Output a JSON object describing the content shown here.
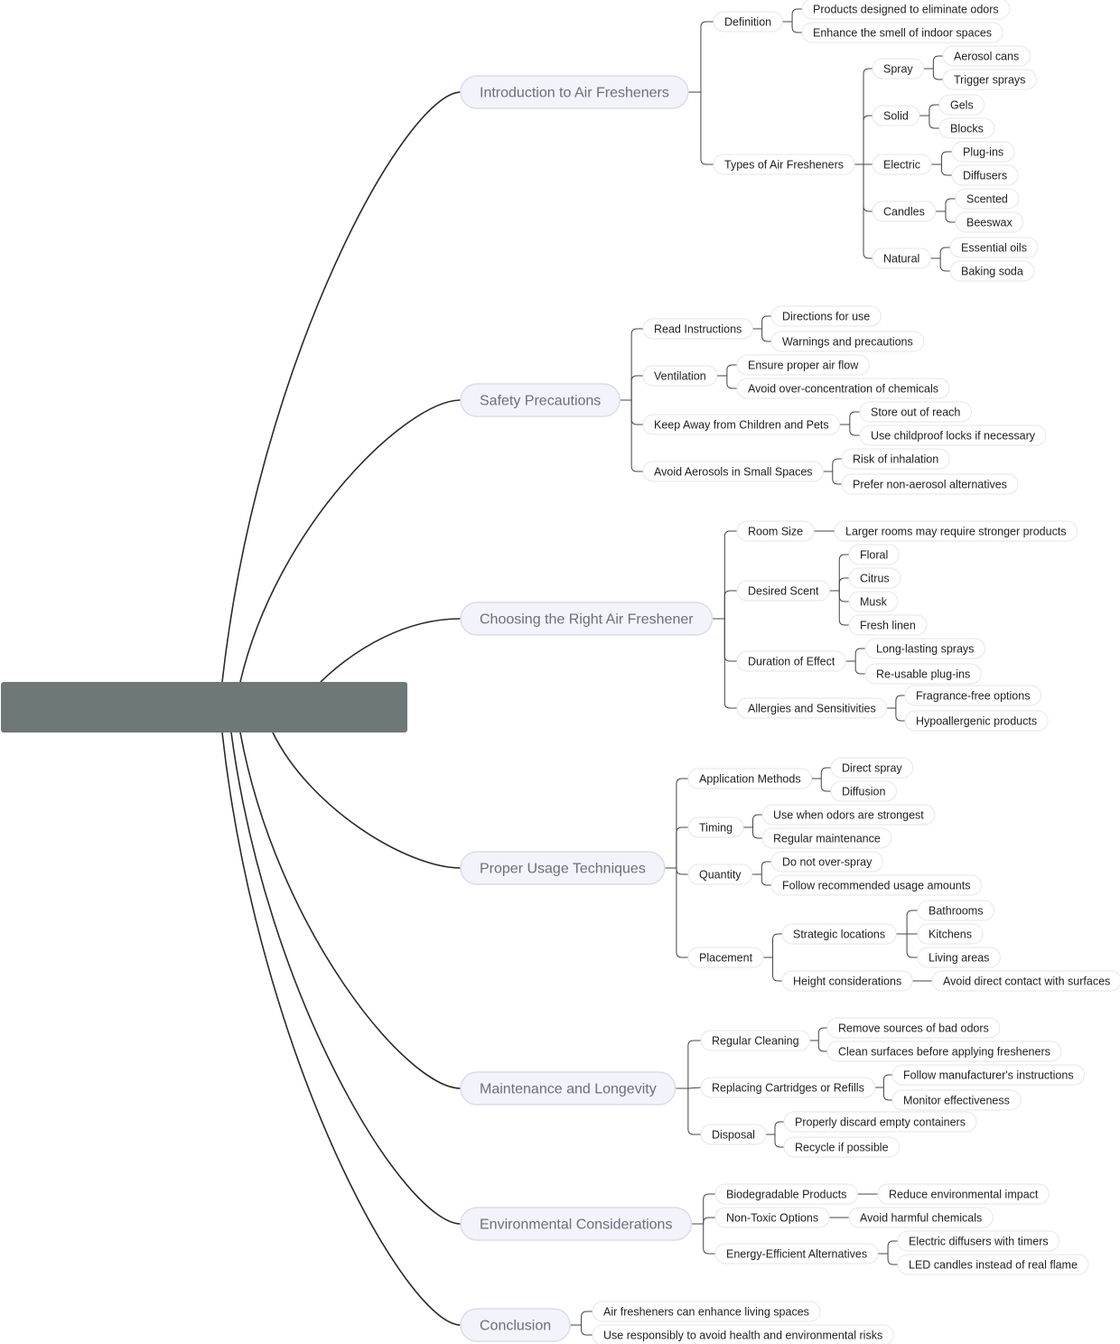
{
  "root": "",
  "branches": [
    {
      "label": "Introduction to Air Fresheners",
      "children": [
        {
          "label": "Definition",
          "children": [
            {
              "label": "Products designed to eliminate odors"
            },
            {
              "label": "Enhance the smell of indoor spaces"
            }
          ]
        },
        {
          "label": "Types of Air Fresheners",
          "children": [
            {
              "label": "Spray",
              "children": [
                {
                  "label": "Aerosol cans"
                },
                {
                  "label": "Trigger sprays"
                }
              ]
            },
            {
              "label": "Solid",
              "children": [
                {
                  "label": "Gels"
                },
                {
                  "label": "Blocks"
                }
              ]
            },
            {
              "label": "Electric",
              "children": [
                {
                  "label": "Plug-ins"
                },
                {
                  "label": "Diffusers"
                }
              ]
            },
            {
              "label": "Candles",
              "children": [
                {
                  "label": "Scented"
                },
                {
                  "label": "Beeswax"
                }
              ]
            },
            {
              "label": "Natural",
              "children": [
                {
                  "label": "Essential oils"
                },
                {
                  "label": "Baking soda"
                }
              ]
            }
          ]
        }
      ]
    },
    {
      "label": "Safety Precautions",
      "children": [
        {
          "label": "Read Instructions",
          "children": [
            {
              "label": "Directions for use"
            },
            {
              "label": "Warnings and precautions"
            }
          ]
        },
        {
          "label": "Ventilation",
          "children": [
            {
              "label": "Ensure proper air flow"
            },
            {
              "label": "Avoid over-concentration of chemicals"
            }
          ]
        },
        {
          "label": "Keep Away from Children and Pets",
          "children": [
            {
              "label": "Store out of reach"
            },
            {
              "label": "Use childproof locks if necessary"
            }
          ]
        },
        {
          "label": "Avoid Aerosols in Small Spaces",
          "children": [
            {
              "label": "Risk of inhalation"
            },
            {
              "label": "Prefer non-aerosol alternatives"
            }
          ]
        }
      ]
    },
    {
      "label": "Choosing the Right Air Freshener",
      "children": [
        {
          "label": "Room Size",
          "children": [
            {
              "label": "Larger rooms may require stronger products"
            }
          ]
        },
        {
          "label": "Desired Scent",
          "children": [
            {
              "label": "Floral"
            },
            {
              "label": "Citrus"
            },
            {
              "label": "Musk"
            },
            {
              "label": "Fresh linen"
            }
          ]
        },
        {
          "label": "Duration of Effect",
          "children": [
            {
              "label": "Long-lasting sprays"
            },
            {
              "label": "Re-usable plug-ins"
            }
          ]
        },
        {
          "label": "Allergies and Sensitivities",
          "children": [
            {
              "label": "Fragrance-free options"
            },
            {
              "label": "Hypoallergenic products"
            }
          ]
        }
      ]
    },
    {
      "label": "Proper Usage Techniques",
      "children": [
        {
          "label": "Application Methods",
          "children": [
            {
              "label": "Direct spray"
            },
            {
              "label": "Diffusion"
            }
          ]
        },
        {
          "label": "Timing",
          "children": [
            {
              "label": "Use when odors are strongest"
            },
            {
              "label": "Regular maintenance"
            }
          ]
        },
        {
          "label": "Quantity",
          "children": [
            {
              "label": "Do not over-spray"
            },
            {
              "label": "Follow recommended usage amounts"
            }
          ]
        },
        {
          "label": "Placement",
          "children": [
            {
              "label": "Strategic locations",
              "children": [
                {
                  "label": "Bathrooms"
                },
                {
                  "label": "Kitchens"
                },
                {
                  "label": "Living areas"
                }
              ]
            },
            {
              "label": "Height considerations",
              "children": [
                {
                  "label": "Avoid direct contact with surfaces"
                }
              ]
            }
          ]
        }
      ]
    },
    {
      "label": "Maintenance and Longevity",
      "children": [
        {
          "label": "Regular Cleaning",
          "children": [
            {
              "label": "Remove sources of bad odors"
            },
            {
              "label": "Clean surfaces before applying fresheners"
            }
          ]
        },
        {
          "label": "Replacing Cartridges or Refills",
          "children": [
            {
              "label": "Follow manufacturer's instructions"
            },
            {
              "label": "Monitor effectiveness"
            }
          ]
        },
        {
          "label": "Disposal",
          "children": [
            {
              "label": "Properly discard empty containers"
            },
            {
              "label": "Recycle if possible"
            }
          ]
        }
      ]
    },
    {
      "label": "Environmental Considerations",
      "children": [
        {
          "label": "Biodegradable Products",
          "children": [
            {
              "label": "Reduce environmental impact"
            }
          ]
        },
        {
          "label": "Non-Toxic Options",
          "children": [
            {
              "label": "Avoid harmful chemicals"
            }
          ]
        },
        {
          "label": "Energy-Efficient Alternatives",
          "children": [
            {
              "label": "Electric diffusers with timers"
            },
            {
              "label": "LED candles instead of real flame"
            }
          ]
        }
      ]
    },
    {
      "label": "Conclusion",
      "children": [
        {
          "label": "Air fresheners can enhance living spaces"
        },
        {
          "label": "Use responsibly to avoid health and environmental risks"
        }
      ]
    }
  ]
}
